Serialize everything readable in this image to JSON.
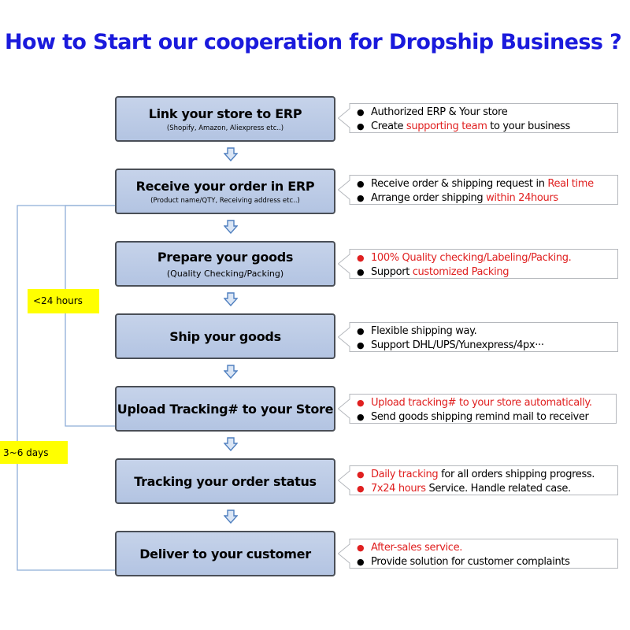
{
  "title": "How to Start our cooperation for Dropship Business ?",
  "steps": [
    {
      "title": "Link your store to ERP",
      "subtitle": "(Shopify, Amazon, Aliexpress etc..)",
      "bullets": [
        {
          "dot_red": false,
          "parts": [
            {
              "t": "Authorized ERP & Your store",
              "red": false
            }
          ]
        },
        {
          "dot_red": false,
          "parts": [
            {
              "t": "Create ",
              "red": false
            },
            {
              "t": "supporting team",
              "red": true
            },
            {
              "t": " to your business",
              "red": false
            }
          ]
        }
      ]
    },
    {
      "title": "Receive your order in ERP",
      "subtitle": "(Product name/QTY, Receiving address etc..)",
      "bullets": [
        {
          "dot_red": false,
          "parts": [
            {
              "t": "Receive order & shipping request in ",
              "red": false
            },
            {
              "t": "Real time",
              "red": true
            }
          ]
        },
        {
          "dot_red": false,
          "parts": [
            {
              "t": "Arrange order shipping ",
              "red": false
            },
            {
              "t": "within 24hours",
              "red": true
            }
          ]
        }
      ]
    },
    {
      "title": "Prepare your goods",
      "subtitle": "(Quality Checking/Packing)",
      "bullets": [
        {
          "dot_red": true,
          "parts": [
            {
              "t": "100% Quality checking/Labeling/Packing.",
              "red": true
            }
          ]
        },
        {
          "dot_red": false,
          "parts": [
            {
              "t": "Support ",
              "red": false
            },
            {
              "t": "customized Packing",
              "red": true
            }
          ]
        }
      ]
    },
    {
      "title": "Ship your goods",
      "subtitle": "",
      "bullets": [
        {
          "dot_red": false,
          "parts": [
            {
              "t": "Flexible shipping way.",
              "red": false
            }
          ]
        },
        {
          "dot_red": false,
          "parts": [
            {
              "t": "Support DHL/UPS/Yunexpress/4px···",
              "red": false
            }
          ]
        }
      ]
    },
    {
      "title": "Upload Tracking# to your Store",
      "subtitle": "",
      "bullets": [
        {
          "dot_red": true,
          "parts": [
            {
              "t": "Upload tracking# to your store automatically.",
              "red": true
            }
          ]
        },
        {
          "dot_red": false,
          "parts": [
            {
              "t": "Send goods shipping remind mail to receiver",
              "red": false
            }
          ]
        }
      ]
    },
    {
      "title": "Tracking your order status",
      "subtitle": "",
      "bullets": [
        {
          "dot_red": true,
          "parts": [
            {
              "t": "Daily tracking",
              "red": true
            },
            {
              "t": " for all orders shipping progress.",
              "red": false
            }
          ]
        },
        {
          "dot_red": true,
          "parts": [
            {
              "t": "7x24 hours",
              "red": true
            },
            {
              "t": " Service. Handle related case.",
              "red": false
            }
          ]
        }
      ]
    },
    {
      "title": "Deliver to your customer",
      "subtitle": "",
      "bullets": [
        {
          "dot_red": true,
          "parts": [
            {
              "t": "After-sales service.",
              "red": true
            }
          ]
        },
        {
          "dot_red": false,
          "parts": [
            {
              "t": "Provide solution for customer complaints",
              "red": false
            }
          ]
        }
      ]
    }
  ],
  "time_labels": {
    "short": "<24 hours",
    "long": "3~6 days"
  },
  "colors": {
    "title": "#1a1adc",
    "highlight_text": "#e02020",
    "box_fill": "#b8c8e4",
    "box_border": "#4a4f57",
    "tag_fill": "#ffff00",
    "connector": "#8eaed8"
  },
  "icons": {
    "down_arrow": "hollow-down-arrow-icon",
    "bullet": "bullet-dot-icon"
  }
}
